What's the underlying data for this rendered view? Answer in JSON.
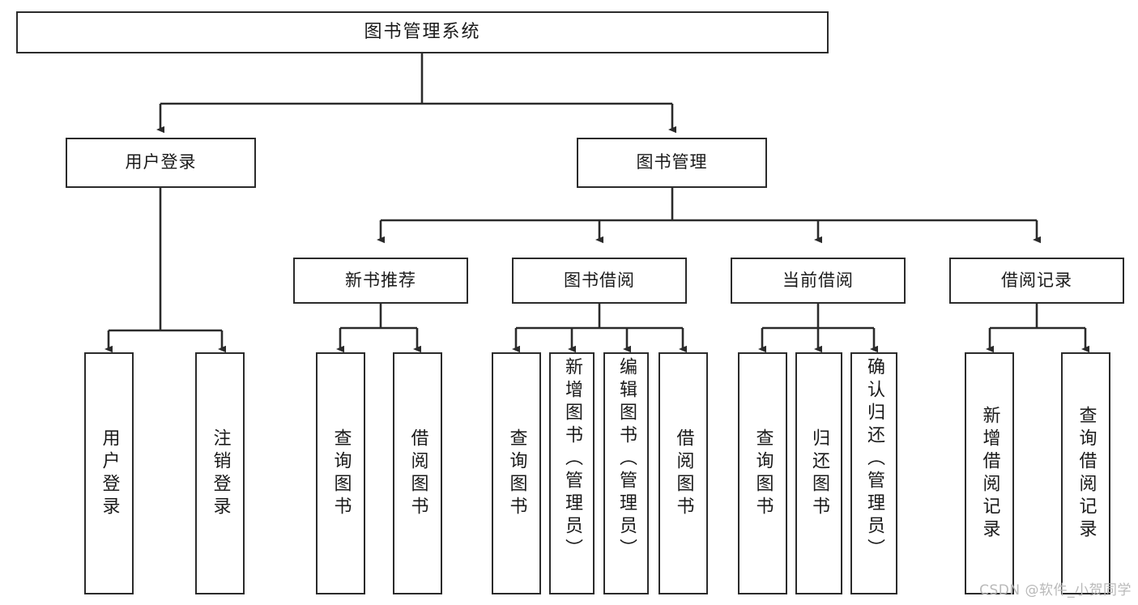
{
  "diagram": {
    "title": "图书管理系统",
    "type": "tree",
    "watermark": "CSDN @软件_小贺同学",
    "colors": {
      "stroke": "#2b2b2b",
      "fill": "#ffffff",
      "text": "#1a1a1a",
      "watermark": "#b9b9b9"
    },
    "root": {
      "label": "图书管理系统"
    },
    "level2": [
      {
        "label": "用户登录"
      },
      {
        "label": "图书管理"
      }
    ],
    "level3": [
      {
        "label": "新书推荐"
      },
      {
        "label": "图书借阅"
      },
      {
        "label": "当前借阅"
      },
      {
        "label": "借阅记录"
      }
    ],
    "leaves": {
      "user_login": [
        {
          "label": "用户登录"
        },
        {
          "label": "注销登录"
        }
      ],
      "new_book": [
        {
          "label": "查询图书"
        },
        {
          "label": "借阅图书"
        }
      ],
      "book_borrow": [
        {
          "label": "查询图书"
        },
        {
          "label": "新增图书（管理员）"
        },
        {
          "label": "编辑图书（管理员）"
        },
        {
          "label": "借阅图书"
        }
      ],
      "current_borrow": [
        {
          "label": "查询图书"
        },
        {
          "label": "归还图书"
        },
        {
          "label": "确认归还（管理员）"
        }
      ],
      "borrow_record": [
        {
          "label": "新增借阅记录"
        },
        {
          "label": "查询借阅记录"
        }
      ]
    }
  }
}
